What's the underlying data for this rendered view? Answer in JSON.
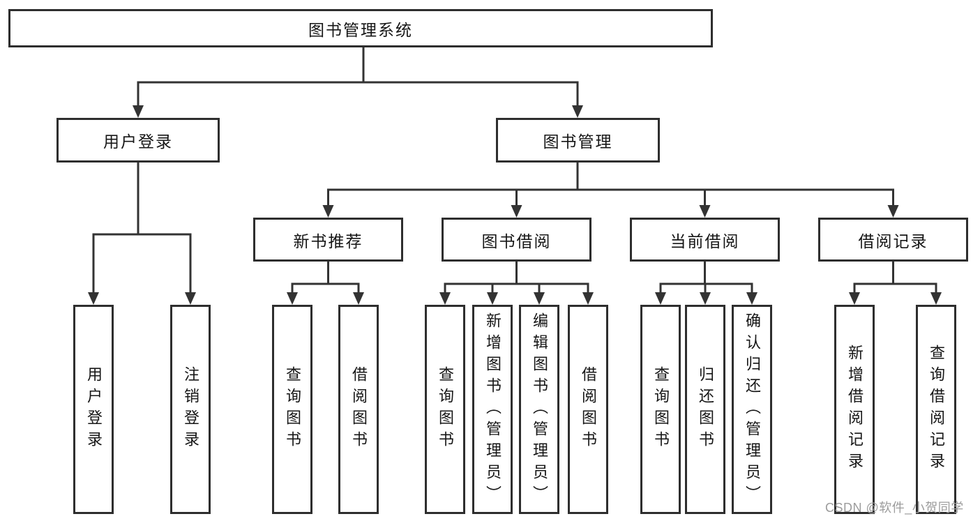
{
  "diagram": {
    "root": {
      "label": "图书管理系统"
    },
    "branches": [
      {
        "label": "用户登录",
        "children": [
          {
            "label": "用户登录"
          },
          {
            "label": "注销登录"
          }
        ]
      },
      {
        "label": "图书管理",
        "children": [
          {
            "label": "新书推荐",
            "children": [
              {
                "label": "查询图书"
              },
              {
                "label": "借阅图书"
              }
            ]
          },
          {
            "label": "图书借阅",
            "children": [
              {
                "label": "查询图书"
              },
              {
                "label": "新增图书（管理员）"
              },
              {
                "label": "编辑图书（管理员）"
              },
              {
                "label": "借阅图书"
              }
            ]
          },
          {
            "label": "当前借阅",
            "children": [
              {
                "label": "查询图书"
              },
              {
                "label": "归还图书"
              },
              {
                "label": "确认归还（管理员）"
              }
            ]
          },
          {
            "label": "借阅记录",
            "children": [
              {
                "label": "新增借阅记录"
              },
              {
                "label": "查询借阅记录"
              }
            ]
          }
        ]
      }
    ],
    "watermark": "CSDN @软件_小贺同学",
    "colors": {
      "line": "#333333",
      "box_border": "#2e2e2e",
      "text": "#161616",
      "watermark": "#9c9c9c",
      "background": "#ffffff"
    }
  }
}
